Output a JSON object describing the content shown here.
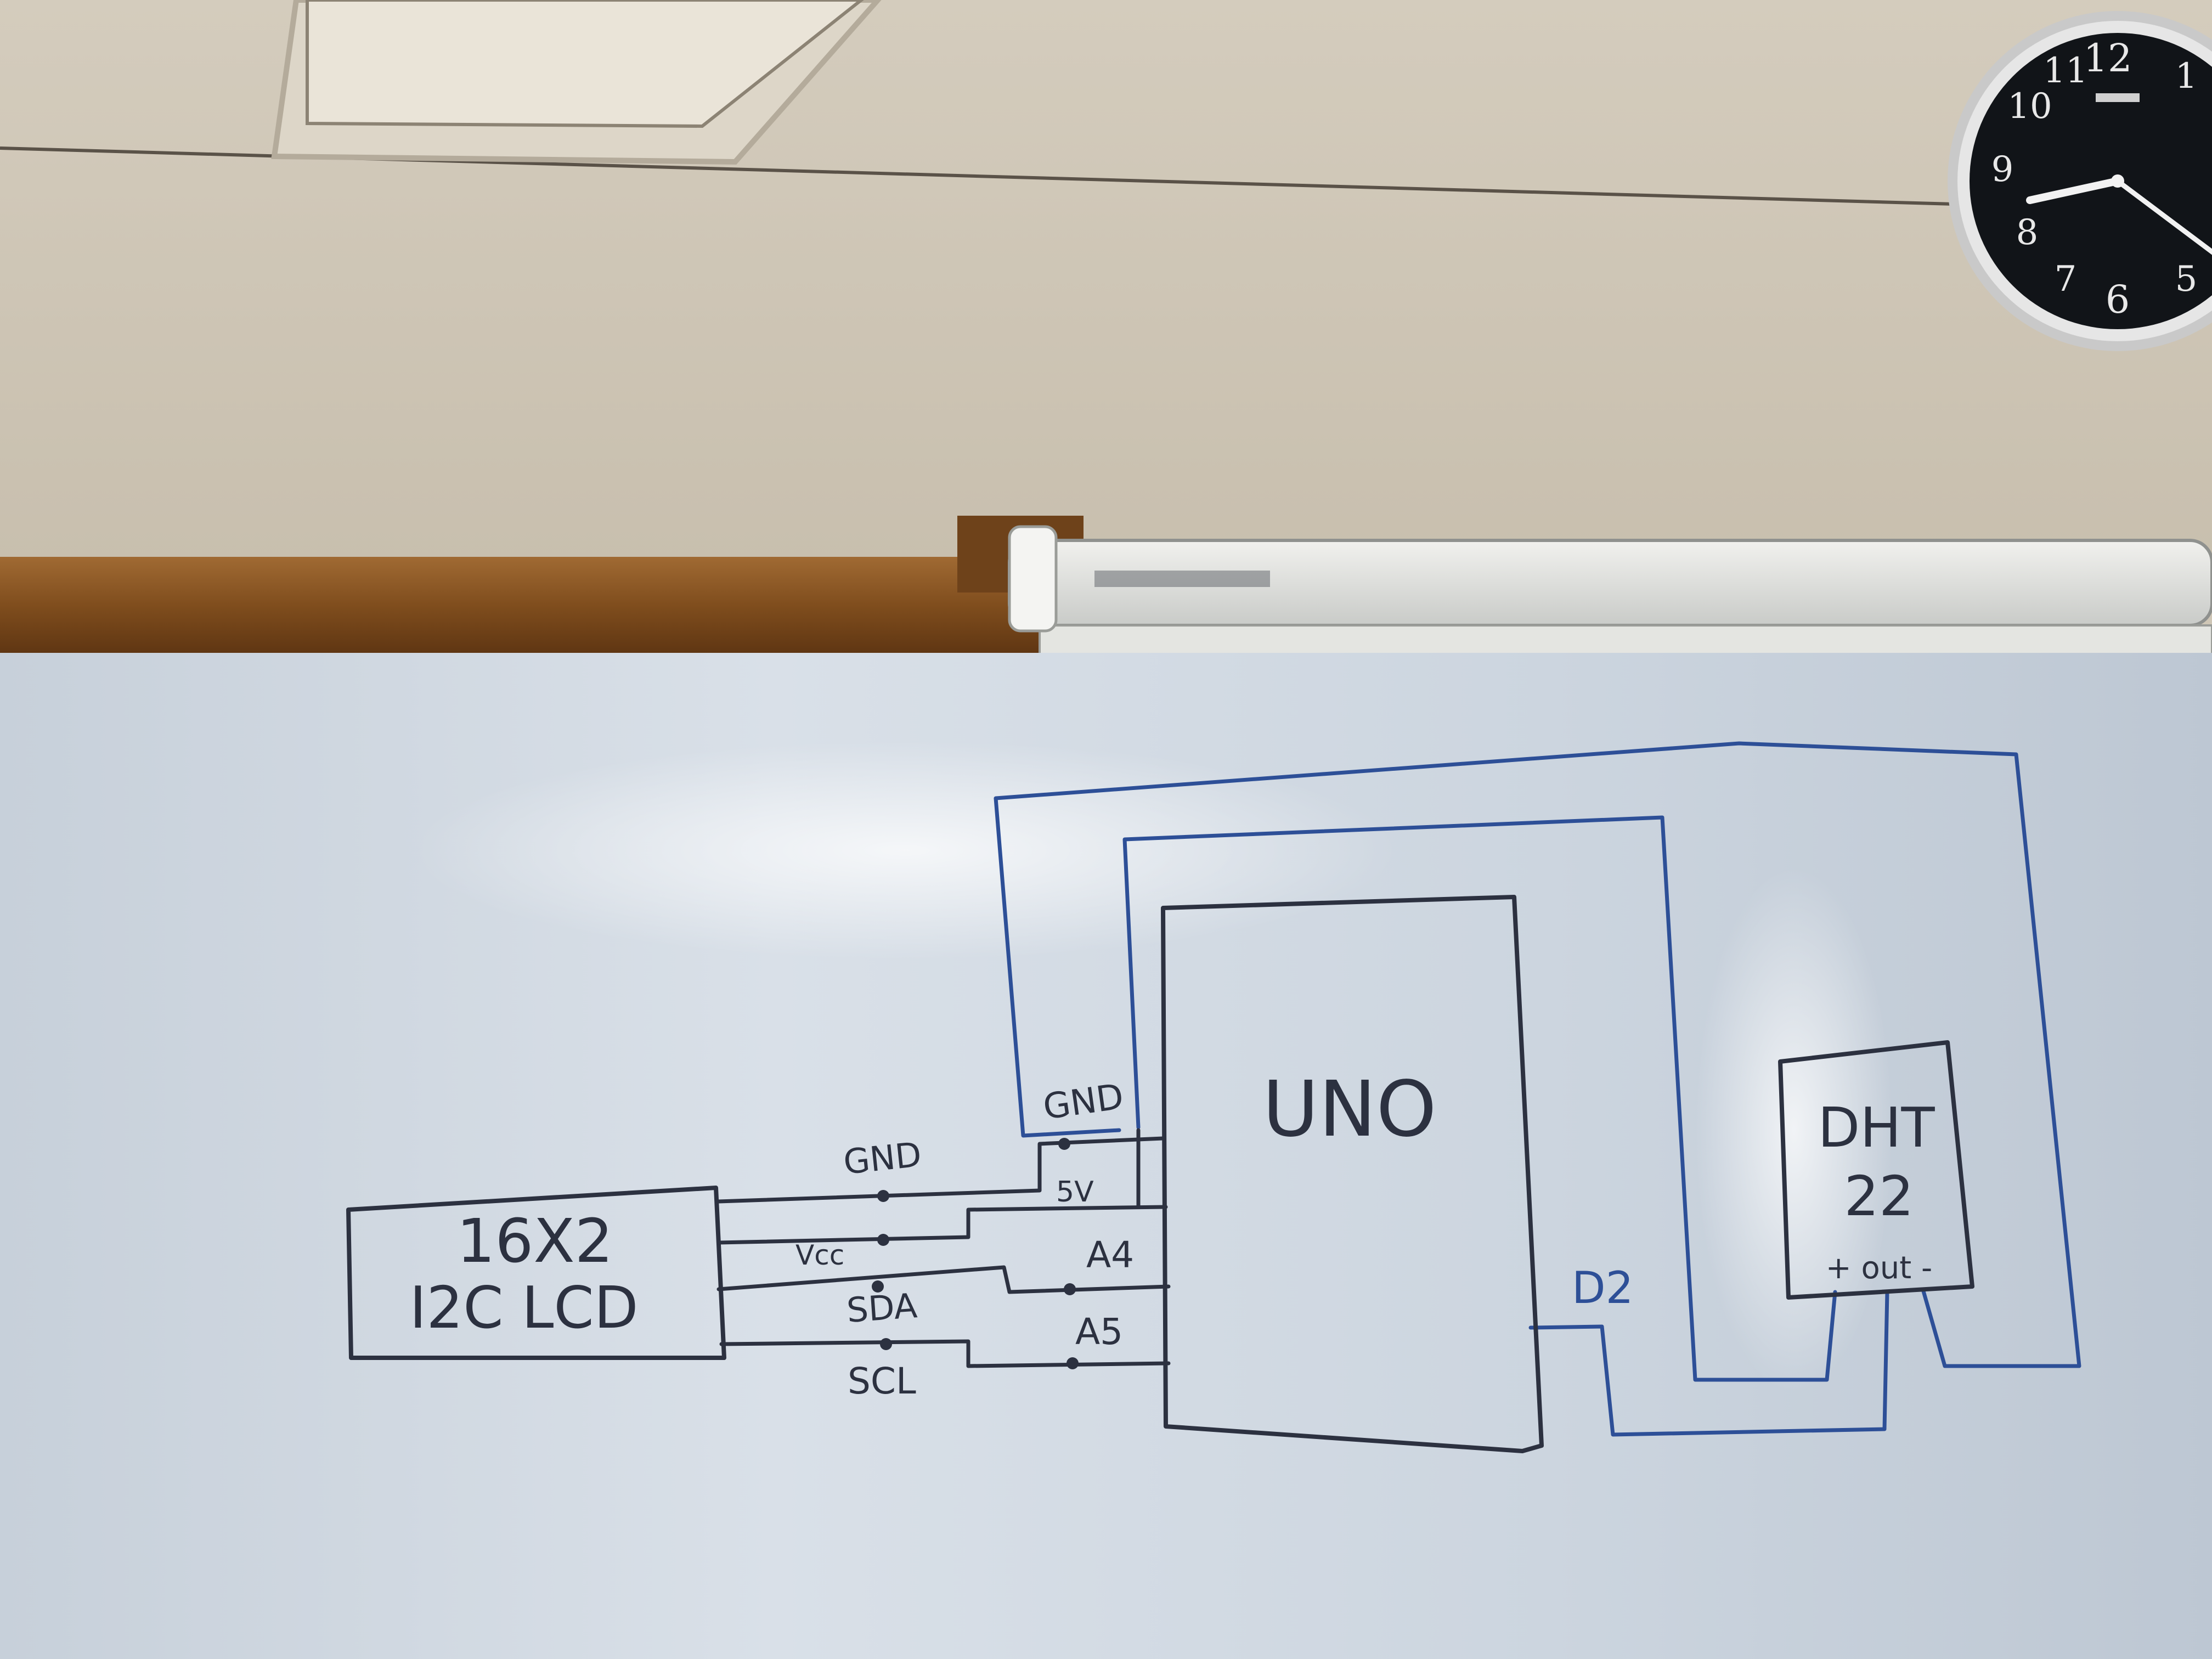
{
  "board_text": {
    "lcd_line1": "16X2",
    "lcd_line2": "I2C LCD",
    "uno": "UNO",
    "dht_line1": "DHT",
    "dht_line2": "22",
    "dht_pins": "+ out -",
    "wire_gnd_lcd": "GND",
    "wire_vcc": "Vcc",
    "wire_sda": "SDA",
    "wire_scl": "SCL",
    "pin_gnd": "GND",
    "pin_5v": "5V",
    "pin_a4": "A4",
    "pin_a5": "A5",
    "pin_d2": "D2"
  },
  "clock": {
    "numerals": [
      "12",
      "1",
      "5",
      "6",
      "7",
      "8",
      "9",
      "10",
      "11"
    ]
  },
  "colors": {
    "wall": "#cfc6b6",
    "whiteboard": "#d3dbe3",
    "trim_wood": "#8a5520",
    "marker_black": "#2c3140",
    "marker_blue": "#2d4f97",
    "clock_face": "#111418"
  }
}
